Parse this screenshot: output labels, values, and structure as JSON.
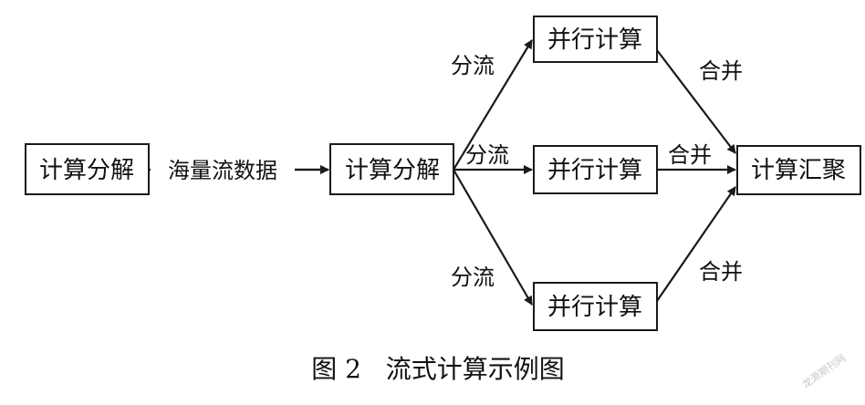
{
  "nodes": {
    "source": "计算分解",
    "decompose": "计算分解",
    "parallel_top": "并行计算",
    "parallel_mid": "并行计算",
    "parallel_bottom": "并行计算",
    "aggregate": "计算汇聚"
  },
  "edges": {
    "input_label": "海量流数据",
    "split_top": "分流",
    "split_mid": "分流",
    "split_bottom": "分流",
    "merge_top": "合并",
    "merge_mid": "合并",
    "merge_bottom": "合并"
  },
  "caption": "图 2   流式计算示例图",
  "watermark": "龙源期刊网",
  "colors": {
    "stroke": "#1a1a1a",
    "background": "#ffffff"
  }
}
